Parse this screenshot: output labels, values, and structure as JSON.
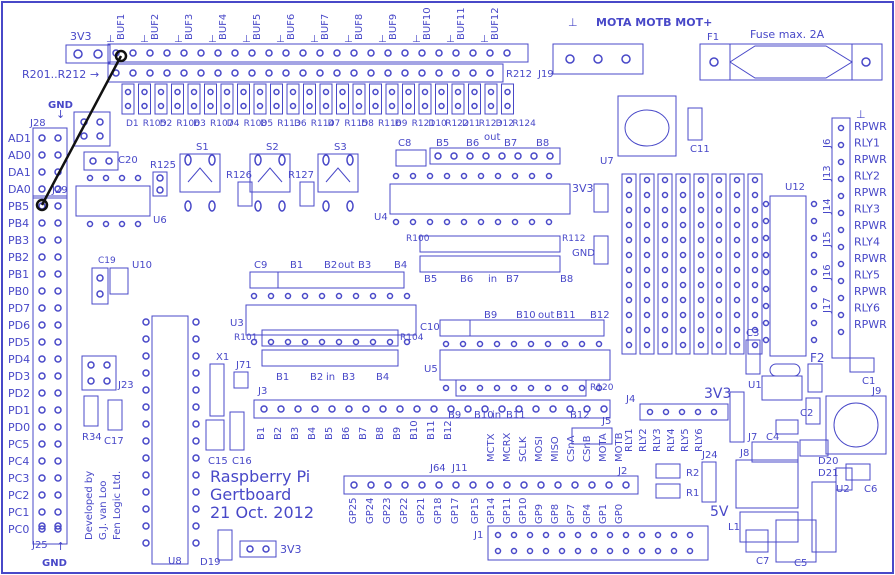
{
  "board": {
    "title_line1": "Raspberry Pi",
    "title_line2": "Gertboard",
    "date": "21 Oct. 2012",
    "credit": [
      "Developed by",
      "G.J. van Loo",
      "Fen Logic Ltd."
    ],
    "ink_color": "#4848c8",
    "wire_color": "#111111"
  },
  "labels": {
    "v3v3_top": "3V3",
    "r201_r212": "R201..R212",
    "r212": "R212",
    "j19": "J19",
    "motor_header": "MOTA MOTB MOT+",
    "f1": "F1",
    "fuse": "Fuse max. 2A",
    "gnd_left": "GND",
    "gnd_bottom": "GND",
    "j28": "J28",
    "j29": "J29",
    "j25": "J25",
    "c20": "C20",
    "r125": "R125",
    "s1": "S1",
    "s2": "S2",
    "s3": "S3",
    "r126": "R126",
    "r127": "R127",
    "u6": "U6",
    "u4": "U4",
    "u7": "U7",
    "u3": "U3",
    "u5": "U5",
    "u8": "U8",
    "u10": "U10",
    "u12": "U12",
    "u1": "U1",
    "u2": "U2",
    "c8": "C8",
    "c9": "C9",
    "c10": "C10",
    "c11": "C11",
    "c19": "C19",
    "c15": "C15",
    "c16": "C16",
    "c17": "C17",
    "c3": "C3",
    "c1": "C1",
    "c2": "C2",
    "c4": "C4",
    "c5": "C5",
    "c6": "C6",
    "c7": "C7",
    "out": "out",
    "in": "in",
    "v3v3_mid": "3V3",
    "gnd_mid": "GND",
    "r100": "R100",
    "r112": "R112",
    "r101": "R101",
    "r104": "R104",
    "r120": "R120",
    "j3": "J3",
    "j4": "J4",
    "j5": "J5",
    "j7": "J7",
    "j8": "J8",
    "j9": "J9",
    "j1": "J1",
    "j2": "J2",
    "j11": "J11",
    "j64": "J64",
    "j23": "J23",
    "j24": "J24",
    "j71": "J71",
    "x1": "X1",
    "r34": "R34",
    "r1": "R1",
    "r2": "R2",
    "d19": "D19",
    "d20": "D20",
    "d21": "D21",
    "f2": "F2",
    "l1": "L1",
    "v3v3_right": "3V3",
    "v5": "5V",
    "v3v3_bottom": "3V3"
  },
  "buf_labels": [
    "BUF1",
    "BUF2",
    "BUF3",
    "BUF4",
    "BUF5",
    "BUF6",
    "BUF7",
    "BUF8",
    "BUF9",
    "BUF10",
    "BUF11",
    "BUF12"
  ],
  "led_labels": [
    "D1",
    "R105",
    "D2",
    "R106",
    "D3",
    "R107",
    "D4",
    "R108",
    "D5",
    "R113",
    "D6",
    "R114",
    "D7",
    "R115",
    "D8",
    "R116",
    "D9",
    "R121",
    "D10",
    "R122",
    "D11",
    "R123",
    "D12",
    "R124"
  ],
  "gpio_left_labels": [
    "AD1",
    "AD0",
    "DA1",
    "DA0",
    "PB5",
    "PB4",
    "PB3",
    "PB2",
    "PB1",
    "PB0",
    "PD7",
    "PD6",
    "PD5",
    "PD4",
    "PD3",
    "PD2",
    "PD1",
    "PD0",
    "PC5",
    "PC4",
    "PC3",
    "PC2",
    "PC1",
    "PC0"
  ],
  "u4_out_labels": [
    "B5",
    "B6",
    "out",
    "B7",
    "B8"
  ],
  "u3_labels": [
    "B1",
    "B2",
    "out",
    "B3",
    "B4"
  ],
  "u3_in_labels": [
    "B1",
    "B2",
    "in",
    "B3",
    "B4"
  ],
  "u5_in_labels": [
    "B5",
    "B6",
    "in",
    "B7",
    "B8"
  ],
  "u5_out_labels": [
    "B9",
    "B10",
    "out",
    "B11",
    "B12"
  ],
  "u5_in2_labels": [
    "B9",
    "B10",
    "in",
    "B11",
    "B12"
  ],
  "j3_labels": [
    "B1",
    "B2",
    "B3",
    "B4",
    "B5",
    "B6",
    "B7",
    "B8",
    "B9",
    "B10",
    "B11",
    "B12"
  ],
  "j2_labels": [
    "MCTX",
    "MCRX",
    "SCLK",
    "MOSI",
    "MISO",
    "CSnA",
    "CSnB",
    "MOTA",
    "MOTB"
  ],
  "j2_bottom_labels": [
    "GP15",
    "GP14",
    "GP11",
    "GP10",
    "GP9",
    "GP8",
    "GP7",
    "GP4",
    "GP1",
    "GP0"
  ],
  "j64_labels": [
    "GP25",
    "GP24",
    "GP23",
    "GP22",
    "GP21",
    "GP18",
    "GP17"
  ],
  "rly_labels": [
    "RLY1",
    "RLY2",
    "RLY3",
    "RLY4",
    "RLY5",
    "RLY6"
  ],
  "relay_side_labels": [
    "RPWR",
    "RLY1",
    "RPWR",
    "RLY2",
    "RPWR",
    "RLY3",
    "RPWR",
    "RLY4",
    "RPWR",
    "RLY5",
    "RPWR",
    "RLY6",
    "RPWR"
  ],
  "relay_side_jumpers": [
    "J6",
    "J13",
    "J14",
    "J15",
    "J16",
    "J17"
  ]
}
